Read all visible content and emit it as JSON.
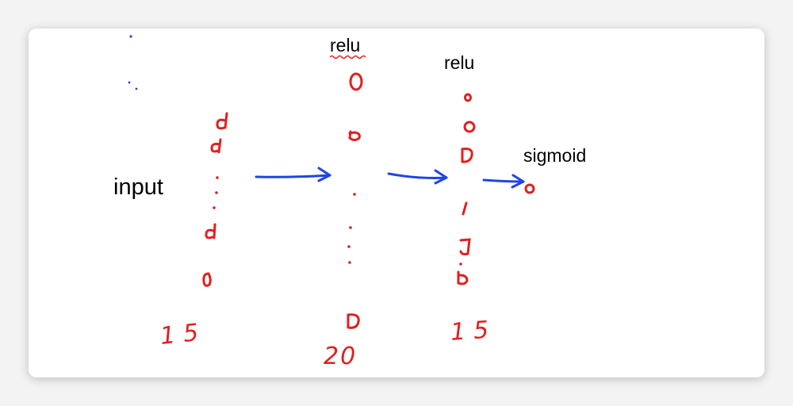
{
  "diagram": {
    "input_label": "input",
    "layer1_activation": "relu",
    "layer2_activation": "relu",
    "output_activation": "sigmoid",
    "input_count": "15",
    "layer1_count": "20",
    "layer2_count": "15",
    "ink_colors": {
      "nodes": "#e02020",
      "arrows": "#1f45e6"
    }
  }
}
